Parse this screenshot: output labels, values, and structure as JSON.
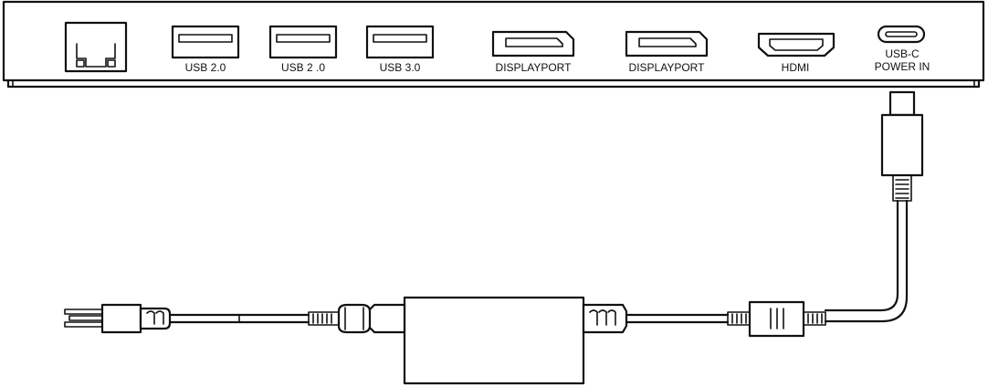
{
  "ports": [
    {
      "id": "ethernet",
      "label": ""
    },
    {
      "id": "usb1",
      "label": "USB 2.0"
    },
    {
      "id": "usb2",
      "label": "USB 2 .0"
    },
    {
      "id": "usb3",
      "label": "USB 3.0"
    },
    {
      "id": "dp1",
      "label": "DISPLAYPORT"
    },
    {
      "id": "dp2",
      "label": "DISPLAYPORT"
    },
    {
      "id": "hdmi",
      "label": "HDMI"
    },
    {
      "id": "usbc",
      "label_line1": "USB-C",
      "label_line2": "POWER IN"
    }
  ]
}
